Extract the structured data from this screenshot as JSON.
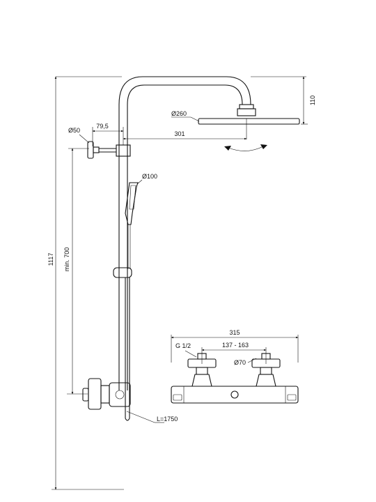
{
  "dimensions": {
    "total_height": "1117",
    "min_height": "min. 700",
    "head_offset": "110",
    "head_diameter": "Ø260",
    "arm_reach": "301",
    "wall_offset": "79,5",
    "rose_diameter": "Ø50",
    "hand_diameter": "Ø100",
    "hose_length": "L=1750",
    "valve_width": "315",
    "thread": "G 1/2",
    "centers": "137 - 163",
    "rosette": "Ø70"
  }
}
